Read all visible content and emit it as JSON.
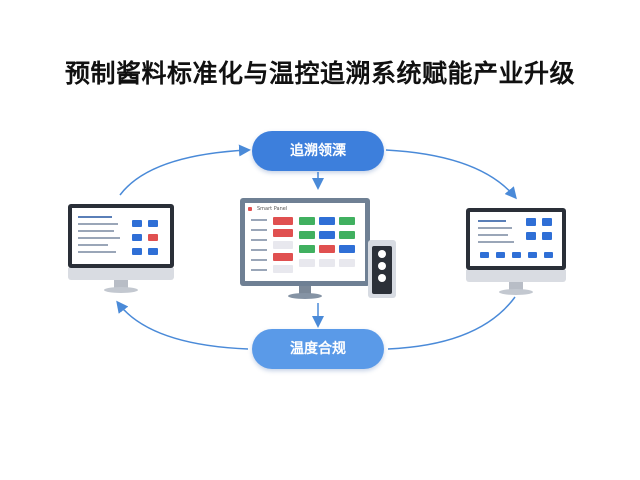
{
  "title": "预制酱料标准化与温控追溯系统赋能产业升级",
  "nodes": {
    "top": "追溯领溧",
    "bottom": "温度合规"
  },
  "center_screen": {
    "header": "Smart Panel"
  },
  "colors": {
    "primary_blue": "#3d7fdc",
    "light_blue": "#5a9ae8",
    "arrow_blue": "#4a8ad8",
    "tile_blue": "#2f6fd6",
    "tile_red": "#e05050",
    "tile_green": "#40b060"
  }
}
